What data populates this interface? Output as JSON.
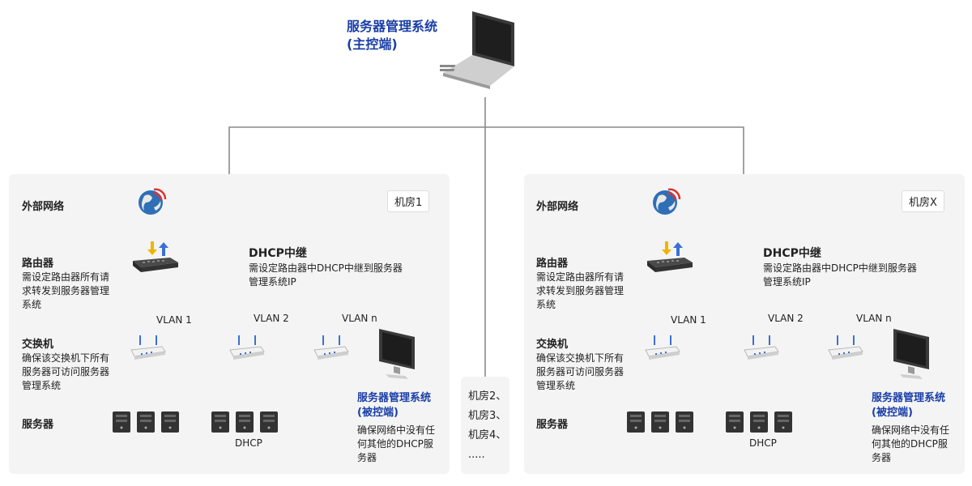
{
  "title": {
    "line1": "服务器管理系统",
    "line2": "(主控端)"
  },
  "rooms": [
    {
      "tag": "机房1",
      "external": "外部网络",
      "router_title": "路由器",
      "router_desc": "需设定路由器所有请求转发到服务器管理系统",
      "switch_title": "交换机",
      "switch_desc": "确保该交换机下所有服务器可访问服务器管理系统",
      "servers": "服务器",
      "dhcp_relay_title": "DHCP中继",
      "dhcp_relay_desc": "需设定路由器中DHCP中继到服务器管理系统IP",
      "vlans": [
        "VLAN 1",
        "VLAN 2",
        "VLAN n"
      ],
      "dhcp": "DHCP",
      "client_title_1": "服务器管理系统",
      "client_title_2": "(被控端)",
      "client_desc": "确保网络中没有任何其他的DHCP服务器"
    },
    {
      "tag": "机房X",
      "external": "外部网络",
      "router_title": "路由器",
      "router_desc": "需设定路由器所有请求转发到服务器管理系统",
      "switch_title": "交换机",
      "switch_desc": "确保该交换机下所有服务器可访问服务器管理系统",
      "servers": "服务器",
      "dhcp_relay_title": "DHCP中继",
      "dhcp_relay_desc": "需设定路由器中DHCP中继到服务器管理系统IP",
      "vlans": [
        "VLAN 1",
        "VLAN 2",
        "VLAN n"
      ],
      "dhcp": "DHCP",
      "client_title_1": "服务器管理系统",
      "client_title_2": "(被控端)",
      "client_desc": "确保网络中没有任何其他的DHCP服务器"
    }
  ],
  "middle": [
    "机房2、",
    "机房3、",
    "机房4、",
    "....."
  ],
  "colors": {
    "accent": "#1a3ea8",
    "panel": "#f4f4f4",
    "line": "#8a8a8a"
  },
  "icons": [
    "laptop-icon",
    "globe-icon",
    "router-icon",
    "access-point-icon",
    "monitor-icon",
    "server-icon"
  ]
}
